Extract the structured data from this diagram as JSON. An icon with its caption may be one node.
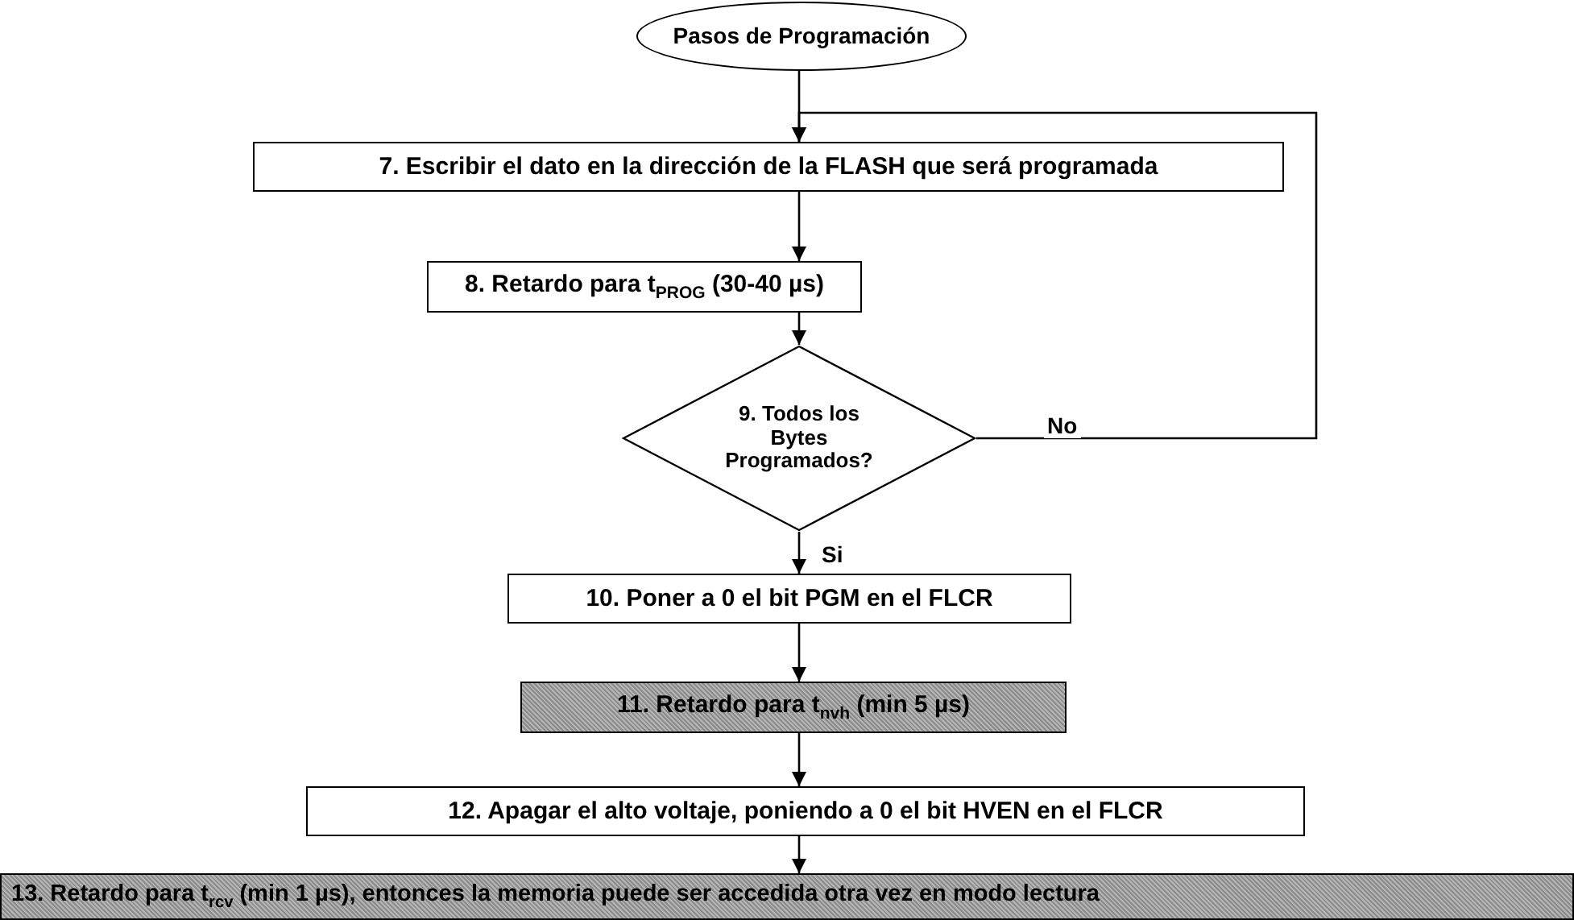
{
  "diagram": {
    "nodes": [
      {
        "text": [
          "Pasos de Programación"
        ]
      },
      {
        "text": [
          "7. Escribir el dato en la dirección de la FLASH que será programada"
        ]
      },
      {
        "text": [
          "8. Retardo para t$_{PROG}$ (30-40 µs)"
        ]
      },
      {
        "text": [
          "9. Todos los Bytes Programados?"
        ]
      },
      {
        "text": [
          "10. Poner a 0 el bit PGM en el FLCR"
        ]
      },
      {
        "text": [
          "11. Retardo para t$_{nvh}$ (min 5 µs)"
        ]
      },
      {
        "text": [
          "12. Apagar el alto voltaje, poniendo a 0 el bit HVEN en el FLCR"
        ]
      },
      {
        "text": [
          "13. Retardo para t$_{rcv}$ (min 1 µs), entonces la memoria puede ser accedida otra vez en modo lectura"
        ]
      }
    ],
    "edges": [
      {
        "from": 0,
        "to": 1,
        "arrow": "to"
      },
      {
        "from": 1,
        "to": 2,
        "arrow": "to"
      },
      {
        "from": 2,
        "to": 3,
        "arrow": "to"
      },
      {
        "from": 3,
        "to": 4,
        "arrow": "to",
        "label": "Si"
      },
      {
        "from": 3,
        "to": 1,
        "arrow": "to",
        "label": "No"
      },
      {
        "from": 4,
        "to": 5,
        "arrow": "to"
      },
      {
        "from": 5,
        "to": 6,
        "arrow": "to"
      },
      {
        "from": 6,
        "to": 7,
        "arrow": "to"
      }
    ]
  }
}
